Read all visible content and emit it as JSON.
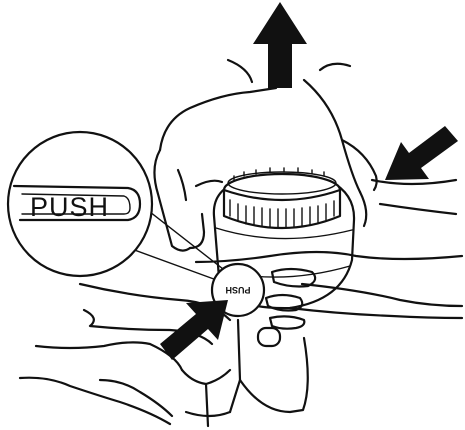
{
  "figure": {
    "push_label_magnified": "PUSH",
    "push_label_on_part": "PUSH"
  },
  "icons": {
    "up_arrow": "up-arrow-icon",
    "inward_arrow_right": "arrow-icon-pointing-left-down",
    "inward_arrow_bottom": "arrow-icon-pointing-up-right"
  },
  "colors": {
    "line": "#111111",
    "background": "#ffffff"
  }
}
